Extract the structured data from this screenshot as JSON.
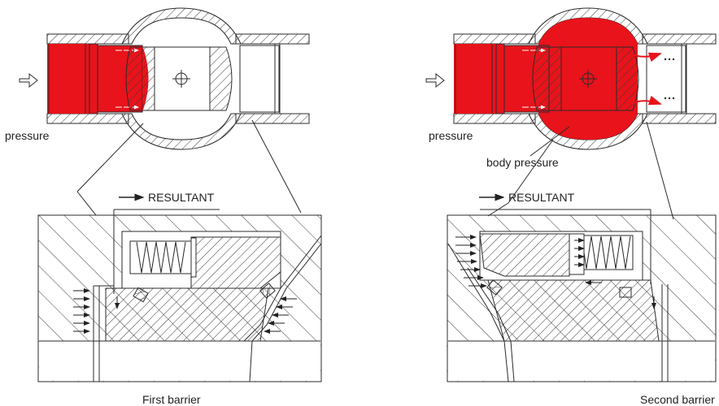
{
  "colors": {
    "pressure_fill": "#e8131b",
    "line": "#2b2b2b",
    "hatch": "#3a3a3a",
    "background": "#ffffff"
  },
  "left_panel": {
    "pressure_label": "pressure",
    "resultant_label": "RESULTANT",
    "caption": "First barrier"
  },
  "right_panel": {
    "pressure_label": "pressure",
    "body_pressure_label": "body pressure",
    "resultant_label": "RESULTANT",
    "caption": "Second barrier"
  }
}
